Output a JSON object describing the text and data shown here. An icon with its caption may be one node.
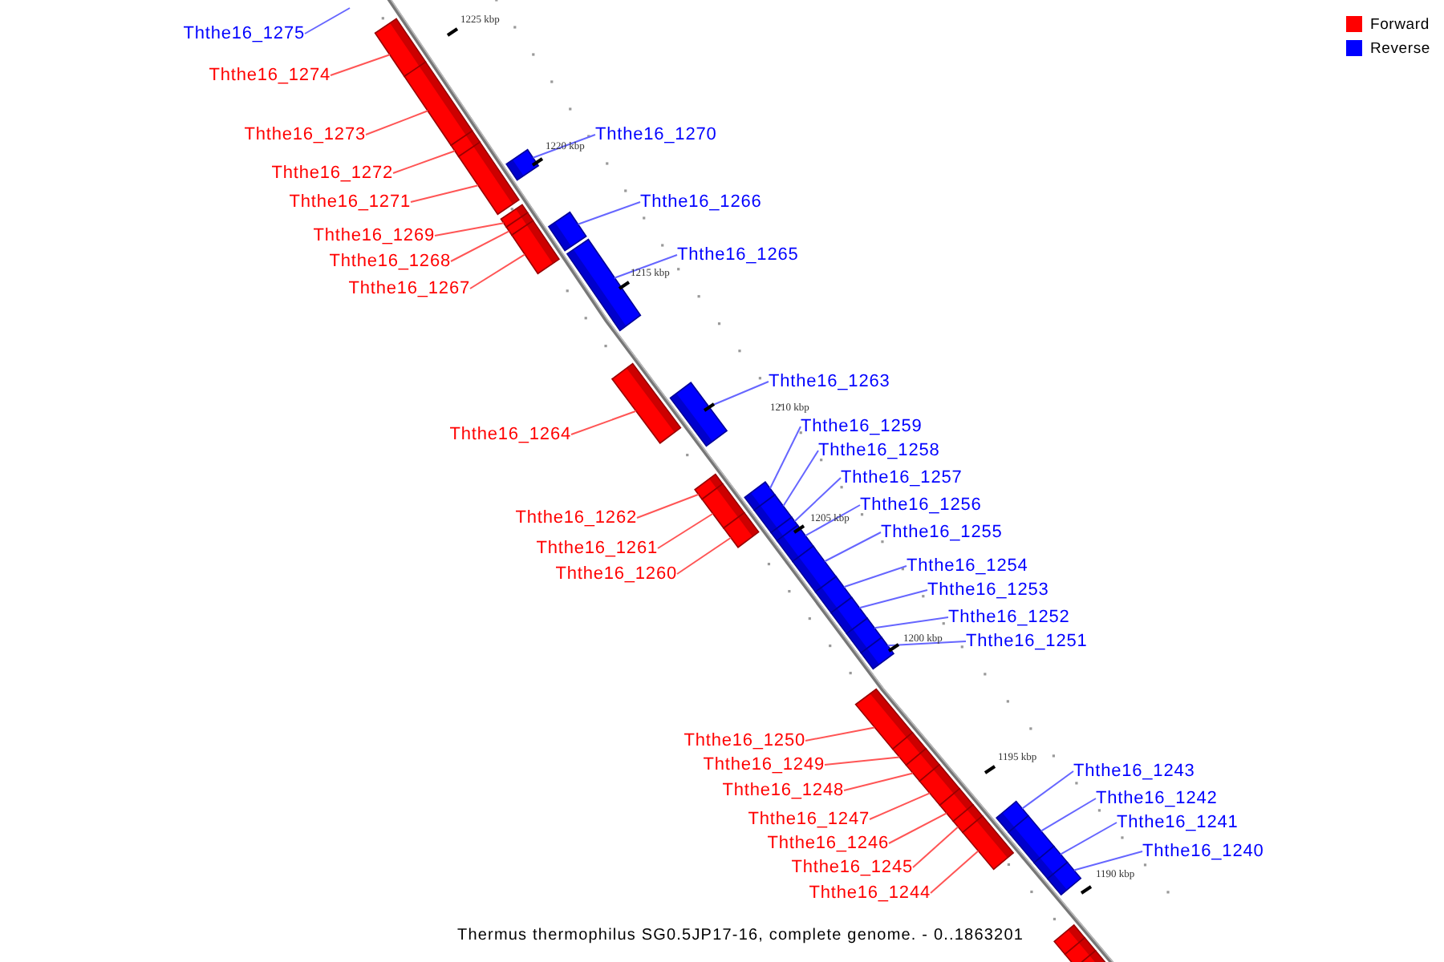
{
  "diagram": {
    "caption": "Thermus thermophilus SG0.5JP17-16, complete genome. - 0..1863201",
    "nodes": [
      {
        "text": [
          "Ththe16_1275"
        ]
      },
      {
        "text": [
          "Ththe16_1274"
        ]
      },
      {
        "text": [],
        "shape": "bar"
      },
      {
        "text": [
          "Ththe16_1273"
        ]
      },
      {
        "text": [],
        "shape": "bar"
      },
      {
        "text": [
          "Ththe16_1270"
        ]
      },
      {
        "text": [],
        "shape": "bar"
      },
      {
        "text": [
          "Ththe16_1272"
        ]
      },
      {
        "text": [],
        "shape": "bar"
      },
      {
        "text": [
          "Ththe16_1271"
        ]
      },
      {
        "text": [],
        "shape": "bar"
      },
      {
        "text": [
          "Ththe16_1266"
        ]
      },
      {
        "text": [],
        "shape": "bar"
      },
      {
        "text": [
          "Ththe16_1269"
        ]
      },
      {
        "text": [],
        "shape": "bar"
      },
      {
        "text": [
          "Ththe16_1265"
        ]
      },
      {
        "text": [],
        "shape": "bar"
      },
      {
        "text": [
          "Ththe16_1268"
        ]
      },
      {
        "text": [],
        "shape": "bar"
      },
      {
        "text": [
          "Ththe16_1267"
        ]
      },
      {
        "text": [],
        "shape": "bar"
      },
      {
        "text": [
          "Ththe16_1263"
        ]
      },
      {
        "text": [],
        "shape": "bar"
      },
      {
        "text": [
          "Ththe16_1259"
        ]
      },
      {
        "text": [],
        "shape": "bar"
      },
      {
        "text": [
          "Ththe16_1264"
        ]
      },
      {
        "text": [],
        "shape": "bar"
      },
      {
        "text": [
          "Ththe16_1258"
        ]
      },
      {
        "text": [],
        "shape": "bar"
      },
      {
        "text": [
          "Ththe16_1257"
        ]
      },
      {
        "text": [],
        "shape": "bar"
      },
      {
        "text": [
          "Ththe16_1256"
        ]
      },
      {
        "text": [],
        "shape": "bar"
      },
      {
        "text": [
          "Ththe16_1262"
        ]
      },
      {
        "text": [],
        "shape": "bar"
      },
      {
        "text": [
          "Ththe16_1255"
        ]
      },
      {
        "text": [],
        "shape": "bar"
      },
      {
        "text": [
          "Ththe16_1261"
        ]
      },
      {
        "text": [],
        "shape": "bar"
      },
      {
        "text": [
          "Ththe16_1254"
        ]
      },
      {
        "text": [],
        "shape": "bar"
      },
      {
        "text": [
          "Ththe16_1260"
        ]
      },
      {
        "text": [],
        "shape": "bar"
      },
      {
        "text": [
          "Ththe16_1253"
        ]
      },
      {
        "text": [],
        "shape": "bar"
      },
      {
        "text": [
          "Ththe16_1252"
        ]
      },
      {
        "text": [],
        "shape": "bar"
      },
      {
        "text": [
          "Ththe16_1251"
        ]
      },
      {
        "text": [],
        "shape": "bar"
      },
      {
        "text": [
          "Ththe16_1250"
        ]
      },
      {
        "text": [],
        "shape": "bar"
      },
      {
        "text": [
          "Ththe16_1249"
        ]
      },
      {
        "text": [],
        "shape": "bar"
      },
      {
        "text": [
          "Ththe16_1243"
        ]
      },
      {
        "text": [],
        "shape": "bar"
      },
      {
        "text": [
          "Ththe16_1248"
        ]
      },
      {
        "text": [],
        "shape": "bar"
      },
      {
        "text": [
          "Ththe16_1242"
        ]
      },
      {
        "text": [],
        "shape": "bar"
      },
      {
        "text": [
          "Ththe16_1247"
        ]
      },
      {
        "text": [],
        "shape": "bar"
      },
      {
        "text": [
          "Ththe16_1241"
        ]
      },
      {
        "text": [],
        "shape": "bar"
      },
      {
        "text": [
          "Ththe16_1246"
        ]
      },
      {
        "text": [],
        "shape": "bar"
      },
      {
        "text": [
          "Ththe16_1240"
        ]
      },
      {
        "text": [],
        "shape": "bar"
      },
      {
        "text": [
          "Ththe16_1245"
        ]
      },
      {
        "text": [],
        "shape": "bar"
      },
      {
        "text": [
          "Ththe16_1244"
        ]
      },
      {
        "text": [],
        "shape": "bar"
      },
      {
        "text": [],
        "shape": "bar"
      },
      {
        "text": [],
        "shape": "bar"
      },
      {
        "text": [],
        "shape": "bar"
      }
    ],
    "edges": [
      {
        "from": 0,
        "to": null,
        "arrow": "none"
      },
      {
        "from": 1,
        "to": 2,
        "arrow": "none",
        "color": "#ff5555"
      },
      {
        "from": 3,
        "to": 4,
        "arrow": "none",
        "color": "#ff5555"
      },
      {
        "from": 5,
        "to": 6,
        "arrow": "none"
      },
      {
        "from": 7,
        "to": 8,
        "arrow": "none",
        "color": "#ff5555"
      },
      {
        "from": 9,
        "to": 10,
        "arrow": "none",
        "color": "#ff5555"
      },
      {
        "from": 11,
        "to": 12,
        "arrow": "none"
      },
      {
        "from": 13,
        "to": 14,
        "arrow": "none",
        "color": "#ff5555"
      },
      {
        "from": 15,
        "to": 16,
        "arrow": "none"
      },
      {
        "from": 17,
        "to": 18,
        "arrow": "none",
        "color": "#ff5555"
      },
      {
        "from": 19,
        "to": 20,
        "arrow": "none",
        "color": "#ff5555"
      },
      {
        "from": 21,
        "to": 22,
        "arrow": "none"
      },
      {
        "from": 23,
        "to": 24,
        "arrow": "none"
      },
      {
        "from": 25,
        "to": 26,
        "arrow": "none",
        "color": "#ff5555"
      },
      {
        "from": 27,
        "to": 28,
        "arrow": "none"
      },
      {
        "from": 29,
        "to": 30,
        "arrow": "none"
      },
      {
        "from": 31,
        "to": 32,
        "arrow": "none"
      },
      {
        "from": 33,
        "to": 34,
        "arrow": "none",
        "color": "#ff5555"
      },
      {
        "from": 35,
        "to": 36,
        "arrow": "none"
      },
      {
        "from": 37,
        "to": 38,
        "arrow": "none",
        "color": "#ff5555"
      },
      {
        "from": 39,
        "to": 40,
        "arrow": "none"
      },
      {
        "from": 41,
        "to": 42,
        "arrow": "none",
        "color": "#ff5555"
      },
      {
        "from": 43,
        "to": 44,
        "arrow": "none"
      },
      {
        "from": 45,
        "to": 46,
        "arrow": "none"
      },
      {
        "from": 47,
        "to": 48,
        "arrow": "none"
      },
      {
        "from": 49,
        "to": 50,
        "arrow": "none",
        "color": "#ff5555"
      },
      {
        "from": 51,
        "to": 52,
        "arrow": "none",
        "color": "#ff5555"
      },
      {
        "from": 53,
        "to": 54,
        "arrow": "none"
      },
      {
        "from": 55,
        "to": 56,
        "arrow": "none",
        "color": "#ff5555"
      },
      {
        "from": 57,
        "to": 58,
        "arrow": "none"
      },
      {
        "from": 59,
        "to": 60,
        "arrow": "none",
        "color": "#ff5555"
      },
      {
        "from": 61,
        "to": 62,
        "arrow": "none"
      },
      {
        "from": 63,
        "to": 64,
        "arrow": "none",
        "color": "#ff5555"
      },
      {
        "from": 65,
        "to": 66,
        "arrow": "none"
      },
      {
        "from": 67,
        "to": 68,
        "arrow": "none",
        "color": "#ff5555"
      },
      {
        "from": 69,
        "to": 70,
        "arrow": "none",
        "color": "#ff5555"
      }
    ],
    "labels": [
      "1225 kbp",
      "1220 kbp",
      "1215 kbp",
      "1210 kbp",
      "1205 kbp",
      "1200 kbp",
      "1195 kbp",
      "1190 kbp"
    ],
    "legend": [
      {
        "text": "Forward",
        "color": "#ff0000"
      },
      {
        "text": "Reverse",
        "color": "#0000ff"
      }
    ]
  }
}
